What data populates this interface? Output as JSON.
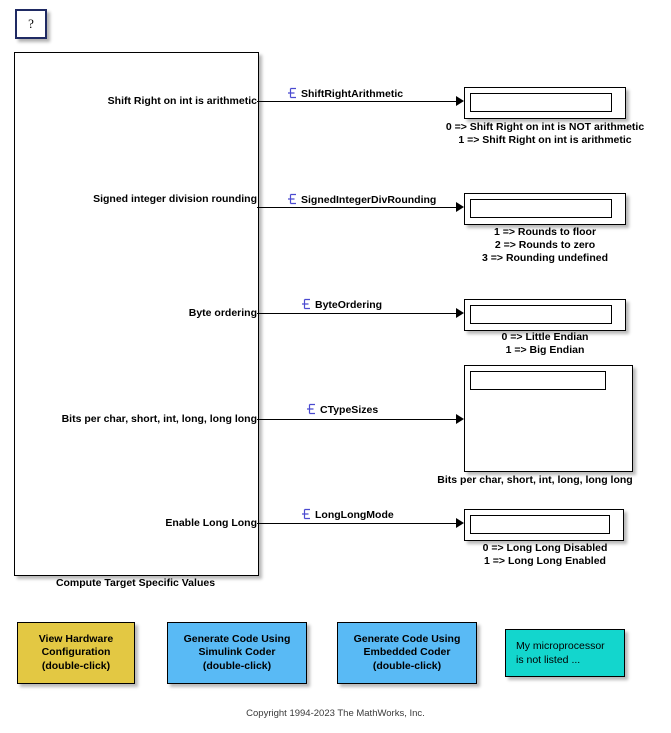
{
  "help": {
    "label": "?",
    "icon": "question-mark-icon"
  },
  "subsystem": {
    "caption": "Compute Target Specific Values",
    "ports": [
      {
        "label": "Shift Right on int is arithmetic"
      },
      {
        "label": "Signed integer division rounding"
      },
      {
        "label": "Byte ordering"
      },
      {
        "label": "Bits per char, short, int, long, long long"
      },
      {
        "label": "Enable Long Long"
      }
    ]
  },
  "signals": [
    {
      "name": "ShiftRightArithmetic",
      "glyph": "signal-label-icon",
      "glyph_color": "#4a4ad0",
      "display_value": "",
      "caption_lines": [
        "0 => Shift Right on int is NOT arithmetic",
        "1 => Shift Right on int is arithmetic"
      ]
    },
    {
      "name": "SignedIntegerDivRounding",
      "glyph": "signal-label-icon",
      "glyph_color": "#4a4ad0",
      "display_value": "",
      "caption_lines": [
        "1 => Rounds to floor",
        "2 => Rounds to zero",
        "3 => Rounding undefined"
      ]
    },
    {
      "name": "ByteOrdering",
      "glyph": "signal-label-icon",
      "glyph_color": "#4a4ad0",
      "display_value": "",
      "caption_lines": [
        "0 => Little Endian",
        "1 => Big Endian"
      ]
    },
    {
      "name": "CTypeSizes",
      "glyph": "signal-label-icon",
      "glyph_color": "#4a4ad0",
      "display_value": "",
      "caption_lines": [
        "Bits per char, short, int, long, long long"
      ]
    },
    {
      "name": "LongLongMode",
      "glyph": "signal-label-icon",
      "glyph_color": "#4a4ad0",
      "display_value": "",
      "caption_lines": [
        "0 => Long Long Disabled",
        "1 => Long Long Enabled"
      ]
    }
  ],
  "buttons": [
    {
      "label": "View Hardware\nConfiguration\n(double-click)",
      "color": "#e3c843",
      "style": "bold"
    },
    {
      "label": "Generate Code Using\nSimulink Coder\n(double-click)",
      "color": "#59baf5",
      "style": "bold"
    },
    {
      "label": "Generate Code Using\nEmbedded Coder\n(double-click)",
      "color": "#59baf5",
      "style": "bold"
    },
    {
      "label": "My microprocessor\nis not listed ...",
      "color": "#13d6cd",
      "style": "plain"
    }
  ],
  "copyright": "Copyright 1994-2023 The MathWorks, Inc."
}
